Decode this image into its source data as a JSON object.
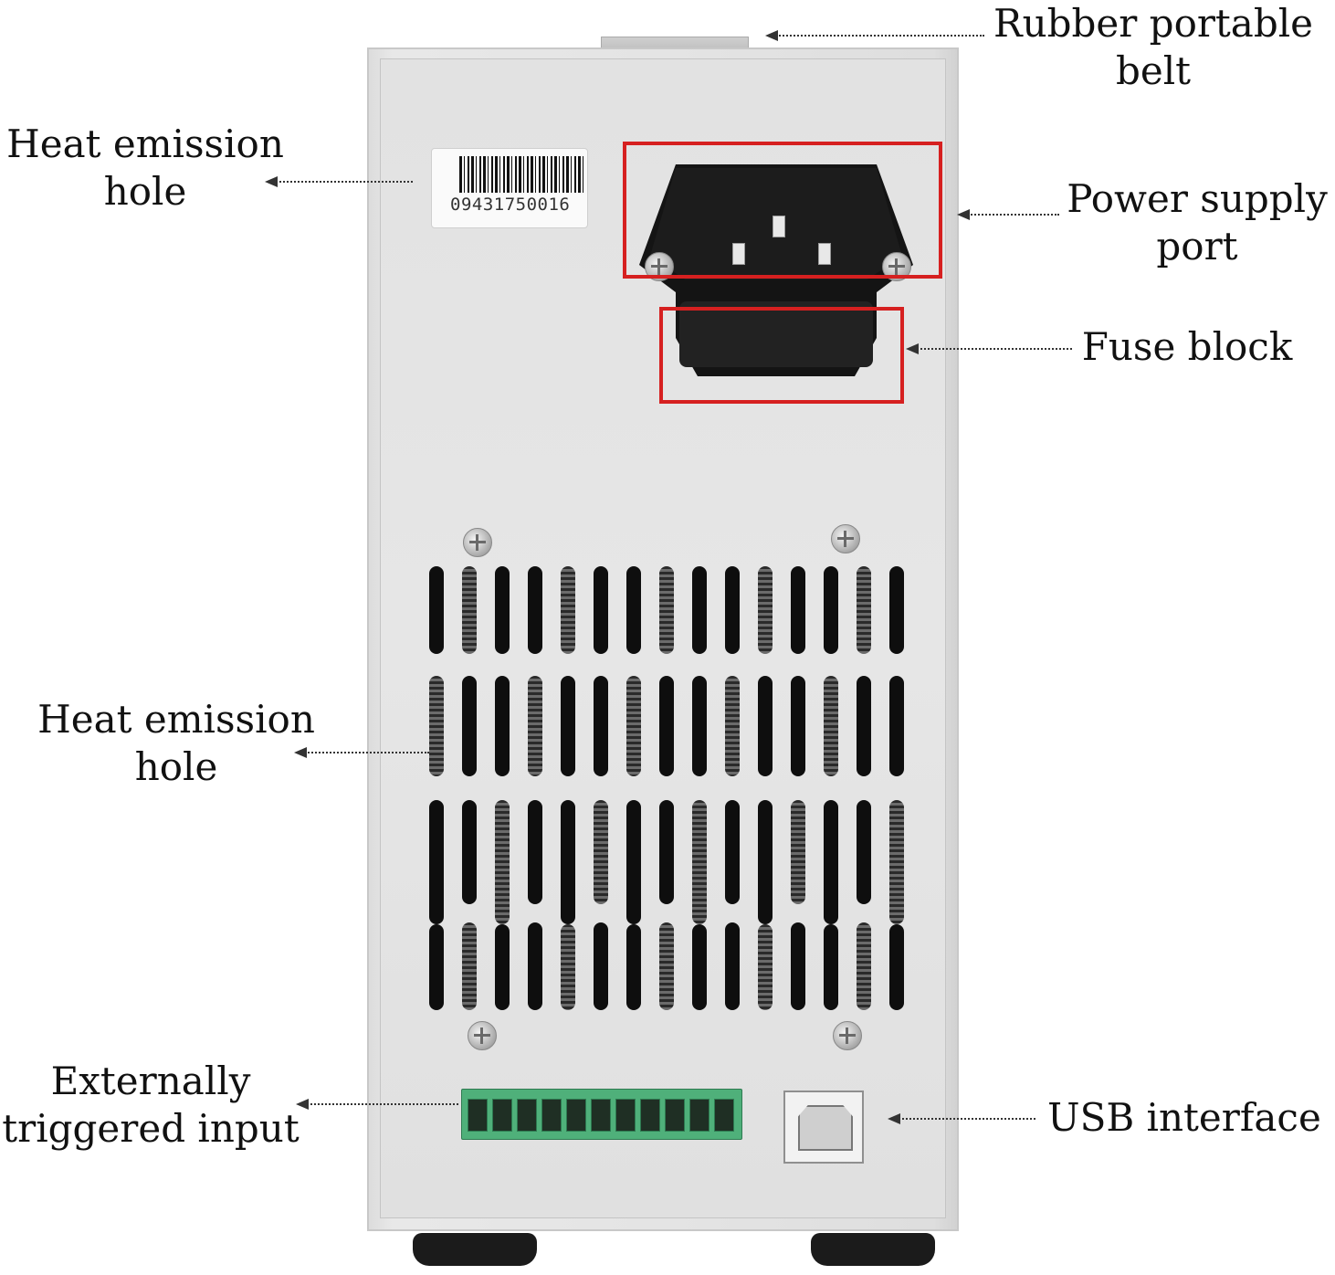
{
  "device": {
    "barcode": "09431750016"
  },
  "labels": {
    "rubber_belt": [
      "Rubber portable",
      "belt"
    ],
    "heat_top": [
      "Heat emission",
      "hole"
    ],
    "power_port": [
      "Power supply",
      "port"
    ],
    "fuse": [
      "Fuse block"
    ],
    "heat_middle": [
      "Heat emission",
      "hole"
    ],
    "external_input": [
      "Externally",
      "triggered input"
    ],
    "usb": [
      "USB interface"
    ]
  },
  "colors": {
    "highlight_box": "#d62020",
    "terminal_block": "#4fb07a"
  }
}
